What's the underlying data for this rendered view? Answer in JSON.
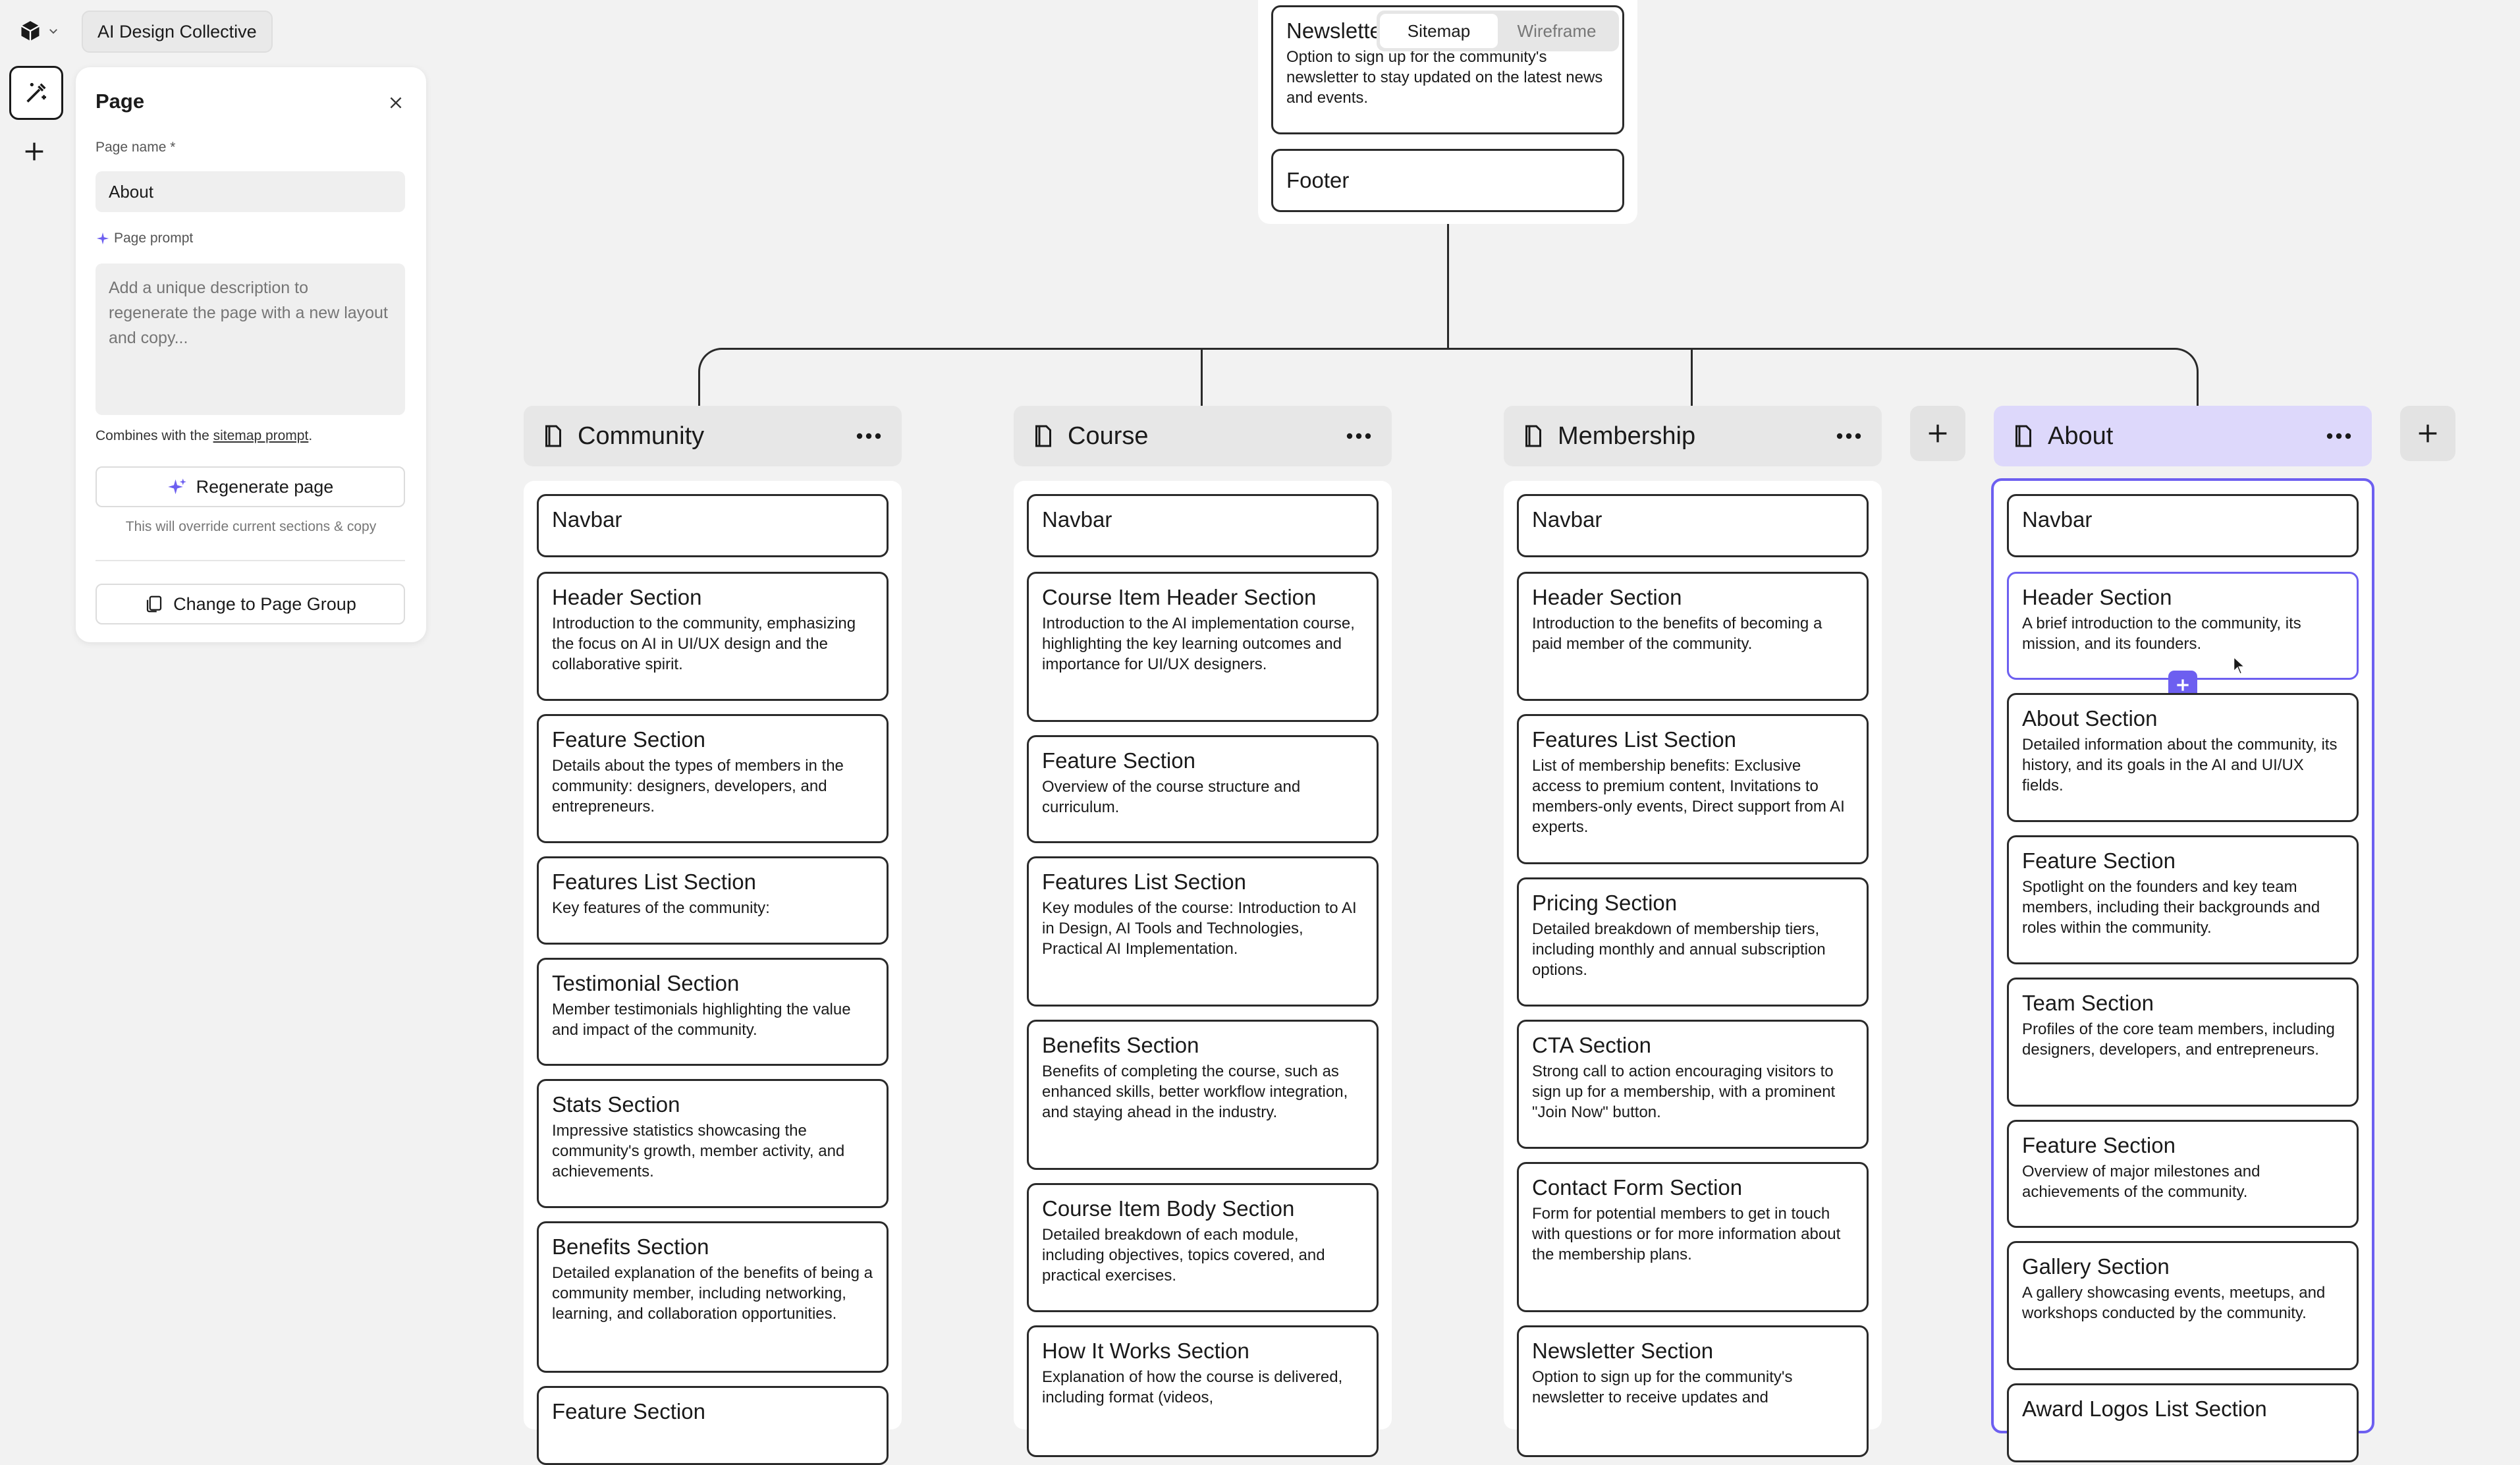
{
  "project": {
    "name": "AI Design Collective"
  },
  "view_toggle": {
    "sitemap": "Sitemap",
    "wireframe": "Wireframe",
    "active": "Sitemap"
  },
  "panel": {
    "title": "Page",
    "page_name_label": "Page name *",
    "page_name_value": "About",
    "page_prompt_label": "Page prompt",
    "page_prompt_placeholder": "Add a unique description to regenerate the page with a new layout and copy...",
    "combines_prefix": "Combines with the",
    "combines_link": "sitemap prompt",
    "combines_suffix": ".",
    "regenerate_label": "Regenerate page",
    "override_note": "This will override current sections & copy",
    "page_group_label": "Change to Page Group"
  },
  "top_cards": [
    {
      "title": "Newsletter Section",
      "desc": "Option to sign up for the community's newsletter to stay updated on the latest news and events."
    },
    {
      "title": "Footer",
      "desc": ""
    }
  ],
  "columns": [
    {
      "name": "Community",
      "sections": [
        {
          "title": "Navbar",
          "desc": ""
        },
        {
          "title": "Header Section",
          "desc": "Introduction to the community, emphasizing the focus on AI in UI/UX design and the collaborative spirit."
        },
        {
          "title": "Feature Section",
          "desc": "Details about the types of members in the community: designers, developers, and entrepreneurs."
        },
        {
          "title": "Features List Section",
          "desc": "Key features of the community:"
        },
        {
          "title": "Testimonial Section",
          "desc": "Member testimonials highlighting the value and impact of the community."
        },
        {
          "title": "Stats Section",
          "desc": "Impressive statistics showcasing the community's growth, member activity, and achievements."
        },
        {
          "title": "Benefits Section",
          "desc": "Detailed explanation of the benefits of being a community member, including networking, learning, and collaboration opportunities."
        },
        {
          "title": "Feature Section",
          "desc": ""
        }
      ]
    },
    {
      "name": "Course",
      "sections": [
        {
          "title": "Navbar",
          "desc": ""
        },
        {
          "title": "Course Item Header Section",
          "desc": "Introduction to the AI implementation course, highlighting the key learning outcomes and importance for UI/UX designers."
        },
        {
          "title": "Feature Section",
          "desc": "Overview of the course structure and curriculum."
        },
        {
          "title": "Features List Section",
          "desc": "Key modules of the course: Introduction to AI in Design, AI Tools and Technologies, Practical AI Implementation."
        },
        {
          "title": "Benefits Section",
          "desc": "Benefits of completing the course, such as enhanced skills, better workflow integration, and staying ahead in the industry."
        },
        {
          "title": "Course Item Body Section",
          "desc": "Detailed breakdown of each module, including objectives, topics covered, and practical exercises."
        },
        {
          "title": "How It Works Section",
          "desc": "Explanation of how the course is delivered, including format (videos,"
        }
      ]
    },
    {
      "name": "Membership",
      "sections": [
        {
          "title": "Navbar",
          "desc": ""
        },
        {
          "title": "Header Section",
          "desc": "Introduction to the benefits of becoming a paid member of the community."
        },
        {
          "title": "Features List Section",
          "desc": "List of membership benefits: Exclusive access to premium content, Invitations to members-only events, Direct support from AI experts."
        },
        {
          "title": "Pricing Section",
          "desc": "Detailed breakdown of membership tiers, including monthly and annual subscription options."
        },
        {
          "title": "CTA Section",
          "desc": "Strong call to action encouraging visitors to sign up for a membership, with a prominent \"Join Now\" button."
        },
        {
          "title": "Contact Form Section",
          "desc": "Form for potential members to get in touch with questions or for more information about the membership plans."
        },
        {
          "title": "Newsletter Section",
          "desc": "Option to sign up for the community's newsletter to receive updates and"
        }
      ]
    },
    {
      "name": "About",
      "sections": [
        {
          "title": "Navbar",
          "desc": ""
        },
        {
          "title": "Header Section",
          "desc": "A brief introduction to the community, its mission, and its founders."
        },
        {
          "title": "About Section",
          "desc": "Detailed information about the community, its history, and its goals in the AI and UI/UX fields."
        },
        {
          "title": "Feature Section",
          "desc": "Spotlight on the founders and key team members, including their backgrounds and roles within the community."
        },
        {
          "title": "Team Section",
          "desc": "Profiles of the core team members, including designers, developers, and entrepreneurs."
        },
        {
          "title": "Feature Section",
          "desc": "Overview of major milestones and achievements of the community."
        },
        {
          "title": "Gallery Section",
          "desc": "A gallery showcasing events, meetups, and workshops conducted by the community."
        },
        {
          "title": "Award Logos List Section",
          "desc": ""
        }
      ]
    }
  ],
  "colors": {
    "accent": "#6d5ff0",
    "active_header": "#ddd8fb"
  }
}
